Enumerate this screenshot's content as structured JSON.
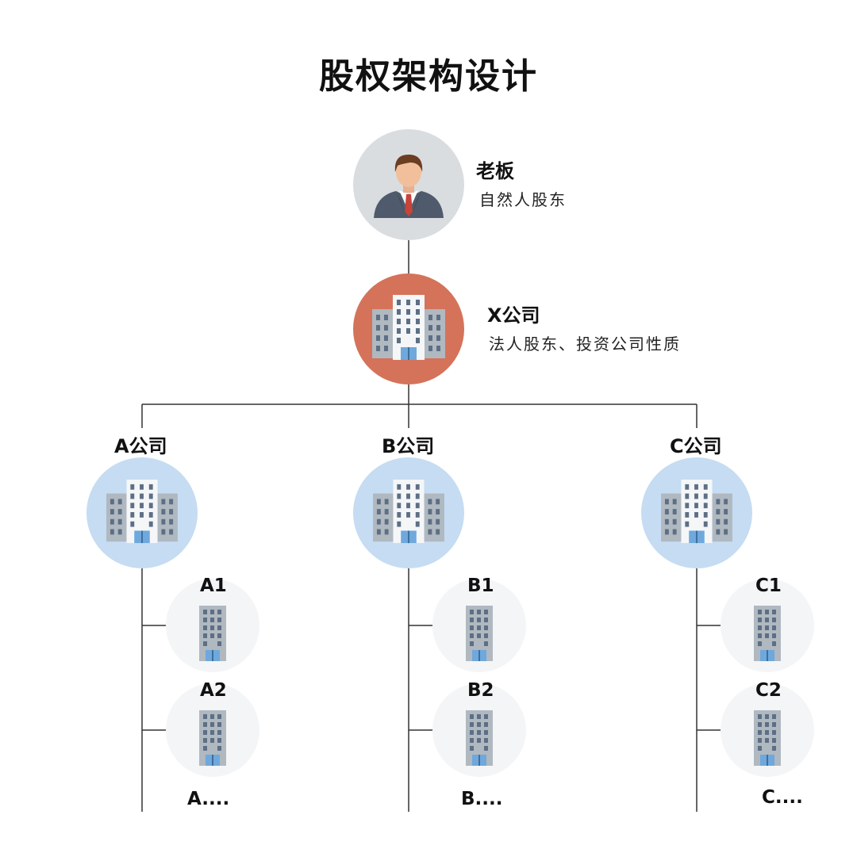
{
  "title": "股权架构设计",
  "colors": {
    "boss_circle": "#d9dde0",
    "x_circle": "#d4735a",
    "company_circle": "#c5dcf2",
    "sub_circle": "#f4f5f6",
    "line": "#333333"
  },
  "boss": {
    "name": "老板",
    "desc": "自然人股东",
    "icon": "businessman-icon"
  },
  "holding": {
    "name": "X公司",
    "desc": "法人股东、投资公司性质",
    "icon": "office-buildings-icon"
  },
  "companies": [
    {
      "name": "A公司",
      "subs": [
        "A1",
        "A2"
      ],
      "more": "A...."
    },
    {
      "name": "B公司",
      "subs": [
        "B1",
        "B2"
      ],
      "more": "B...."
    },
    {
      "name": "C公司",
      "subs": [
        "C1",
        "C2"
      ],
      "more": "C...."
    }
  ]
}
